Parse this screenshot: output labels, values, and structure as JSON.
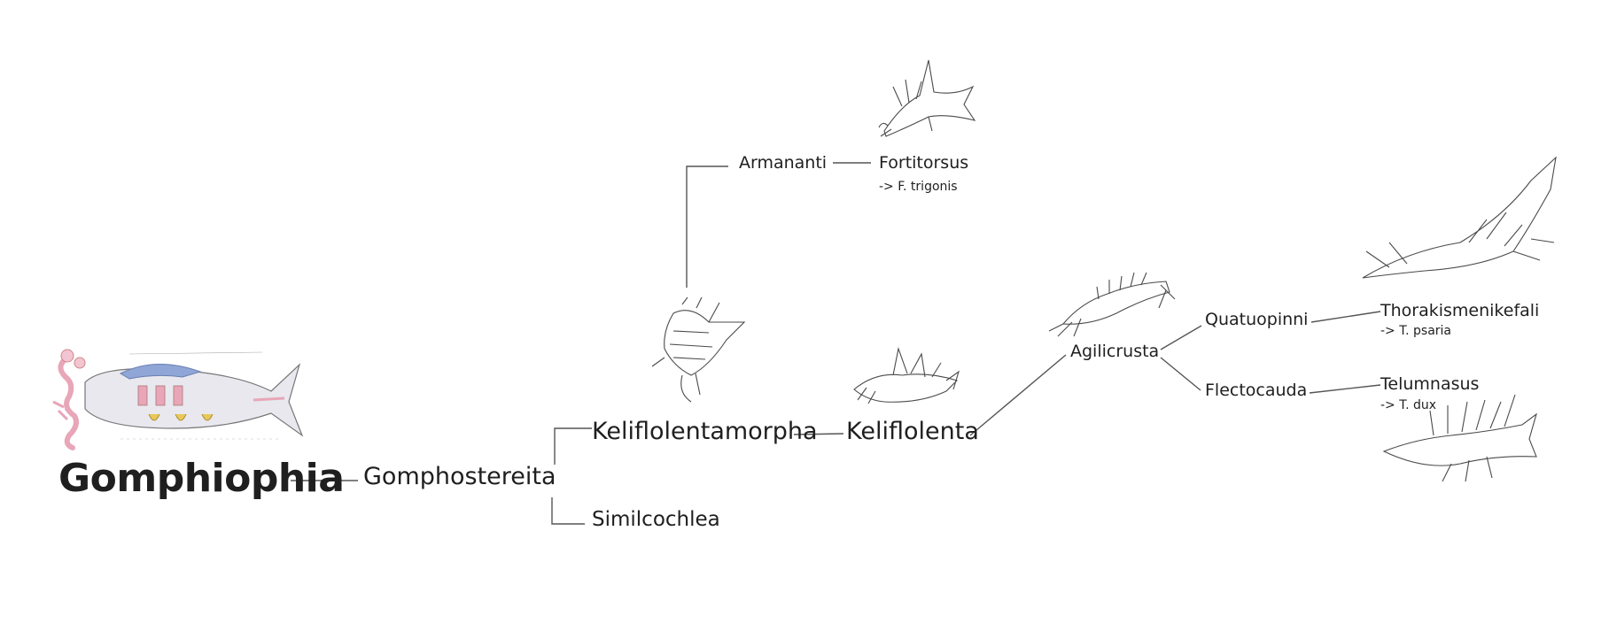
{
  "tree": {
    "root": "Gomphiophia",
    "gomphostereita": "Gomphostereita",
    "keliflolentamorpha": "Keliflolentamorpha",
    "similcochlea": "Similcochlea",
    "armananti": "Armananti",
    "fortitorsus": "Fortitorsus",
    "fortitorsus_species": "-> F. trigonis",
    "keliflolenta": "Keliflolenta",
    "agilicrusta": "Agilicrusta",
    "quatuopinni": "Quatuopinni",
    "flectocauda": "Flectocauda",
    "thorakismenikefali": "Thorakismenikefali",
    "thorakismenikefali_species": "-> T. psaria",
    "telumnasus": "Telumnasus",
    "telumnasus_species": "-> T. dux"
  },
  "colors": {
    "line": "#555555",
    "text": "#1f1f1f",
    "sketch": "#4a4a4a",
    "pink": "#e8a6b8",
    "blue": "#8fa6d6",
    "yellow": "#e8c85a"
  },
  "icons": [
    "ancestor-colored-sketch-illustration",
    "fortitorsus-sketch-illustration",
    "keliflolentamorpha-sketch-illustration",
    "keliflolenta-sketch-illustration",
    "agilicrusta-sketch-illustration",
    "thorakismenikefali-sketch-illustration",
    "telumnasus-sketch-illustration"
  ]
}
